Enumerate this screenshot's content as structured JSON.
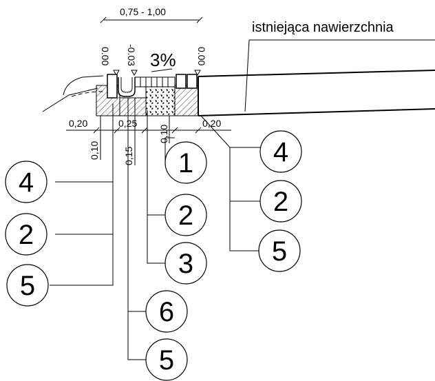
{
  "drawing": {
    "width_range": "0,75 - 1,00",
    "surface_label": "istniejąca nawierzchnia",
    "slope": "3%",
    "elevations": {
      "left": "0.00",
      "middle": "-0.03",
      "right": "0.00"
    },
    "dims": {
      "left_020": "0,20",
      "mid_025": "0,25",
      "right_020": "0,20",
      "vert_010_left": "0,10",
      "vert_015": "0,15",
      "vert_010_mid": "0,10"
    },
    "callouts_left": [
      "4",
      "2",
      "5"
    ],
    "callouts_mid": [
      "6",
      "5"
    ],
    "callouts_center": [
      "1",
      "2",
      "3"
    ],
    "callouts_right": [
      "4",
      "2",
      "5"
    ]
  }
}
